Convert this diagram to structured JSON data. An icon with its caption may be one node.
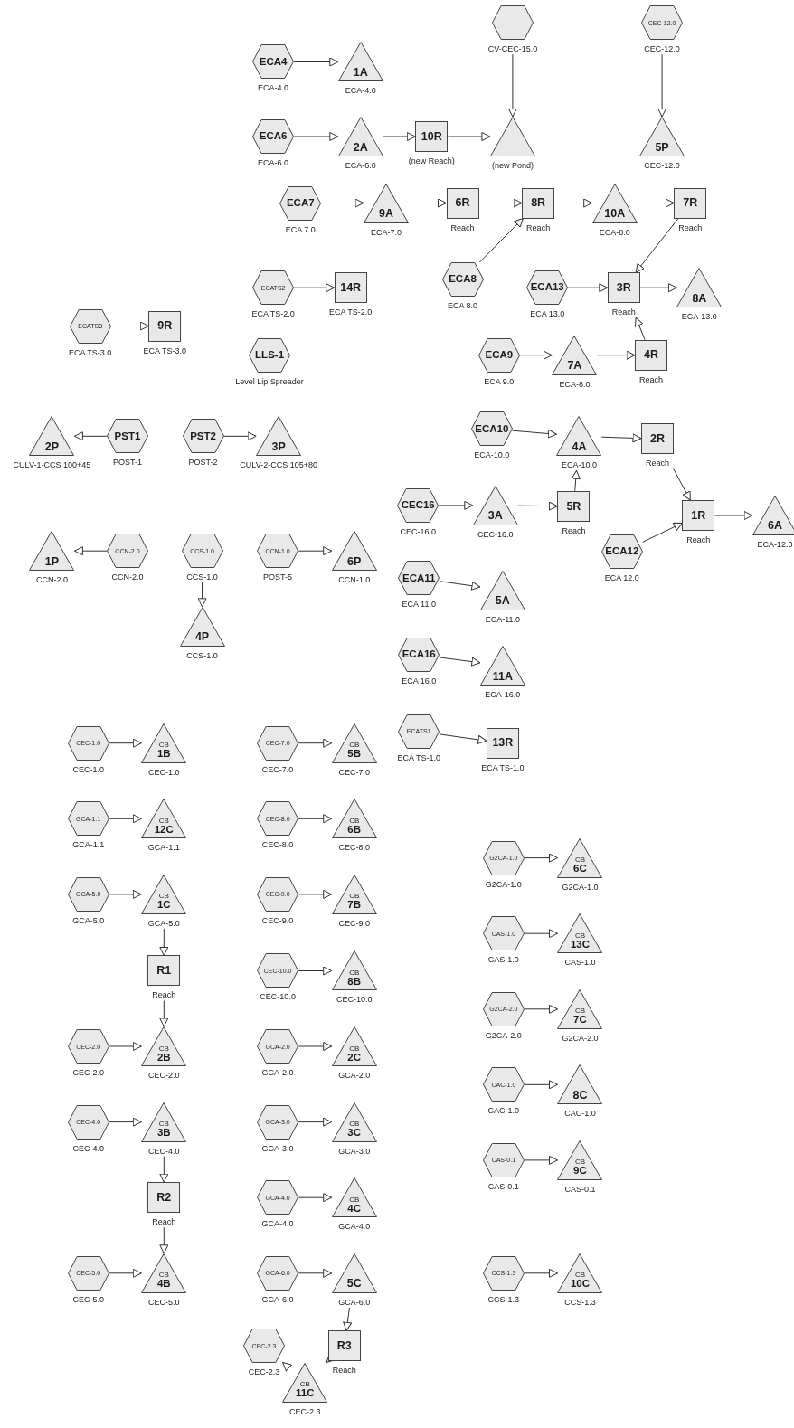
{
  "diagram": {
    "nodes": [
      {
        "text": [
          "ECA4"
        ],
        "beside": [
          "ECA-4.0"
        ]
      },
      {
        "text": [
          "1A"
        ],
        "beside": [
          "ECA-4.0"
        ]
      },
      {
        "text": [
          "ECA6"
        ],
        "beside": [
          "ECA-6.0"
        ]
      },
      {
        "text": [
          "2A"
        ],
        "beside": [
          "ECA-6.0"
        ]
      },
      {
        "text": [
          "10R"
        ],
        "beside": [
          "(new Reach)"
        ]
      },
      {
        "text": [],
        "shape": "hexagon",
        "beside": [
          "CV-CEC-15.0"
        ]
      },
      {
        "text": [],
        "shape": "triangle",
        "beside": [
          "(new Pond)"
        ]
      },
      {
        "text": [
          "CEC-12.0"
        ],
        "beside": [
          "CEC-12.0"
        ]
      },
      {
        "text": [
          "5P"
        ],
        "beside": [
          "CEC-12.0"
        ]
      },
      {
        "text": [
          "ECA7"
        ],
        "beside": [
          "ECA 7.0"
        ]
      },
      {
        "text": [
          "9A"
        ],
        "beside": [
          "ECA-7.0"
        ]
      },
      {
        "text": [
          "6R"
        ],
        "beside": [
          "Reach"
        ]
      },
      {
        "text": [
          "8R"
        ],
        "beside": [
          "Reach"
        ]
      },
      {
        "text": [
          "10A"
        ],
        "beside": [
          "ECA-8.0"
        ]
      },
      {
        "text": [
          "7R"
        ],
        "beside": [
          "Reach"
        ]
      },
      {
        "text": [
          "ECA8"
        ],
        "beside": [
          "ECA 8.0"
        ]
      },
      {
        "text": [
          "ECATS2"
        ],
        "beside": [
          "ECA TS-2.0"
        ]
      },
      {
        "text": [
          "14R"
        ],
        "beside": [
          "ECA TS-2.0"
        ]
      },
      {
        "text": [
          "ECA13"
        ],
        "beside": [
          "ECA 13.0"
        ]
      },
      {
        "text": [
          "3R"
        ],
        "beside": [
          "Reach"
        ]
      },
      {
        "text": [
          "8A"
        ],
        "beside": [
          "ECA-13.0"
        ]
      },
      {
        "text": [
          "ECATS3"
        ],
        "beside": [
          "ECA TS-3.0"
        ]
      },
      {
        "text": [
          "9R"
        ],
        "beside": [
          "ECA TS-3.0"
        ]
      },
      {
        "text": [
          "LLS-1"
        ],
        "beside": [
          "Level Lip Spreader"
        ]
      },
      {
        "text": [
          "ECA9"
        ],
        "beside": [
          "ECA 9.0"
        ]
      },
      {
        "text": [
          "7A"
        ],
        "beside": [
          "ECA-8.0"
        ]
      },
      {
        "text": [
          "4R"
        ],
        "beside": [
          "Reach"
        ]
      },
      {
        "text": [
          "2P"
        ],
        "beside": [
          "CULV-1-CCS 100+45"
        ]
      },
      {
        "text": [
          "PST1"
        ],
        "beside": [
          "POST-1"
        ]
      },
      {
        "text": [
          "PST2"
        ],
        "beside": [
          "POST-2"
        ]
      },
      {
        "text": [
          "3P"
        ],
        "beside": [
          "CULV-2-CCS 105+80"
        ]
      },
      {
        "text": [
          "ECA10"
        ],
        "beside": [
          "ECA-10.0"
        ]
      },
      {
        "text": [
          "4A"
        ],
        "beside": [
          "ECA-10.0"
        ]
      },
      {
        "text": [
          "2R"
        ],
        "beside": [
          "Reach"
        ]
      },
      {
        "text": [
          "CEC16"
        ],
        "beside": [
          "CEC-16.0"
        ]
      },
      {
        "text": [
          "3A"
        ],
        "beside": [
          "CEC-16.0"
        ]
      },
      {
        "text": [
          "5R"
        ],
        "beside": [
          "Reach"
        ]
      },
      {
        "text": [
          "1R"
        ],
        "beside": [
          "Reach"
        ]
      },
      {
        "text": [
          "6A"
        ],
        "beside": [
          "ECA-12.0"
        ]
      },
      {
        "text": [
          "ECA12"
        ],
        "beside": [
          "ECA 12.0"
        ]
      },
      {
        "text": [
          "1P"
        ],
        "beside": [
          "CCN-2.0"
        ]
      },
      {
        "text": [
          "CCN-2.0"
        ],
        "beside": [
          "CCN-2.0"
        ]
      },
      {
        "text": [
          "CCS-1.0"
        ],
        "beside": [
          "CCS-1.0"
        ]
      },
      {
        "text": [
          "CCN-1.0"
        ],
        "beside": [
          "POST-5"
        ]
      },
      {
        "text": [
          "6P"
        ],
        "beside": [
          "CCN-1.0"
        ]
      },
      {
        "text": [
          "4P"
        ],
        "beside": [
          "CCS-1.0"
        ]
      },
      {
        "text": [
          "ECA11"
        ],
        "beside": [
          "ECA 11.0"
        ]
      },
      {
        "text": [
          "5A"
        ],
        "beside": [
          "ECA-11.0"
        ]
      },
      {
        "text": [
          "ECA16"
        ],
        "beside": [
          "ECA 16.0"
        ]
      },
      {
        "text": [
          "11A"
        ],
        "beside": [
          "ECA-16.0"
        ]
      },
      {
        "text": [
          "ECATS1"
        ],
        "beside": [
          "ECA TS-1.0"
        ]
      },
      {
        "text": [
          "13R"
        ],
        "beside": [
          "ECA TS-1.0"
        ]
      },
      {
        "text": [
          "CEC-1.0"
        ],
        "beside": [
          "CEC-1.0"
        ]
      },
      {
        "text": [
          "CB",
          "1B"
        ],
        "beside": [
          "CEC-1.0"
        ]
      },
      {
        "text": [
          "CEC-7.0"
        ],
        "beside": [
          "CEC-7.0"
        ]
      },
      {
        "text": [
          "CB",
          "5B"
        ],
        "beside": [
          "CEC-7.0"
        ]
      },
      {
        "text": [
          "GCA-1.1"
        ],
        "beside": [
          "GCA-1.1"
        ]
      },
      {
        "text": [
          "CB",
          "12C"
        ],
        "beside": [
          "GCA-1.1"
        ]
      },
      {
        "text": [
          "CEC-8.0"
        ],
        "beside": [
          "CEC-8.0"
        ]
      },
      {
        "text": [
          "CB",
          "6B"
        ],
        "beside": [
          "CEC-8.0"
        ]
      },
      {
        "text": [
          "G2CA-1.0"
        ],
        "beside": [
          "G2CA-1.0"
        ]
      },
      {
        "text": [
          "CB",
          "6C"
        ],
        "beside": [
          "G2CA-1.0"
        ]
      },
      {
        "text": [
          "GCA-5.0"
        ],
        "beside": [
          "GCA-5.0"
        ]
      },
      {
        "text": [
          "CB",
          "1C"
        ],
        "beside": [
          "GCA-5.0"
        ]
      },
      {
        "text": [
          "CEC-9.0"
        ],
        "beside": [
          "CEC-9.0"
        ]
      },
      {
        "text": [
          "CB",
          "7B"
        ],
        "beside": [
          "CEC-9.0"
        ]
      },
      {
        "text": [
          "CAS-1.0"
        ],
        "beside": [
          "CAS-1.0"
        ]
      },
      {
        "text": [
          "CB",
          "13C"
        ],
        "beside": [
          "CAS-1.0"
        ]
      },
      {
        "text": [
          "R1"
        ],
        "beside": [
          "Reach"
        ]
      },
      {
        "text": [
          "CEC-10.0"
        ],
        "beside": [
          "CEC-10.0"
        ]
      },
      {
        "text": [
          "CB",
          "8B"
        ],
        "beside": [
          "CEC-10.0"
        ]
      },
      {
        "text": [
          "G2CA-2.0"
        ],
        "beside": [
          "G2CA-2.0"
        ]
      },
      {
        "text": [
          "CB",
          "7C"
        ],
        "beside": [
          "G2CA-2.0"
        ]
      },
      {
        "text": [
          "CEC-2.0"
        ],
        "beside": [
          "CEC-2.0"
        ]
      },
      {
        "text": [
          "CB",
          "2B"
        ],
        "beside": [
          "CEC-2.0"
        ]
      },
      {
        "text": [
          "GCA-2.0"
        ],
        "beside": [
          "GCA-2.0"
        ]
      },
      {
        "text": [
          "CB",
          "2C"
        ],
        "beside": [
          "GCA-2.0"
        ]
      },
      {
        "text": [
          "CAC-1.0"
        ],
        "beside": [
          "CAC-1.0"
        ]
      },
      {
        "text": [
          "8C"
        ],
        "beside": [
          "CAC-1.0"
        ]
      },
      {
        "text": [
          "CEC-4.0"
        ],
        "beside": [
          "CEC-4.0"
        ]
      },
      {
        "text": [
          "CB",
          "3B"
        ],
        "beside": [
          "CEC-4.0"
        ]
      },
      {
        "text": [
          "GCA-3.0"
        ],
        "beside": [
          "GCA-3.0"
        ]
      },
      {
        "text": [
          "CB",
          "3C"
        ],
        "beside": [
          "GCA-3.0"
        ]
      },
      {
        "text": [
          "CAS-0.1"
        ],
        "beside": [
          "CAS-0.1"
        ]
      },
      {
        "text": [
          "CB",
          "9C"
        ],
        "beside": [
          "CAS-0.1"
        ]
      },
      {
        "text": [
          "R2"
        ],
        "beside": [
          "Reach"
        ]
      },
      {
        "text": [
          "GCA-4.0"
        ],
        "beside": [
          "GCA-4.0"
        ]
      },
      {
        "text": [
          "CB",
          "4C"
        ],
        "beside": [
          "GCA-4.0"
        ]
      },
      {
        "text": [
          "CEC-5.0"
        ],
        "beside": [
          "CEC-5.0"
        ]
      },
      {
        "text": [
          "CB",
          "4B"
        ],
        "beside": [
          "CEC-5.0"
        ]
      },
      {
        "text": [
          "GCA-6.0"
        ],
        "beside": [
          "GCA-6.0"
        ]
      },
      {
        "text": [
          "5C"
        ],
        "beside": [
          "GCA-6.0"
        ]
      },
      {
        "text": [
          "CCS-1.3"
        ],
        "beside": [
          "CCS-1.3"
        ]
      },
      {
        "text": [
          "CB",
          "10C"
        ],
        "beside": [
          "CCS-1.3"
        ]
      },
      {
        "text": [
          "CEC-2.3"
        ],
        "beside": [
          "CEC-2.3"
        ]
      },
      {
        "text": [
          "R3"
        ],
        "beside": [
          "Reach"
        ]
      },
      {
        "text": [
          "CB",
          "11C"
        ],
        "beside": [
          "CEC-2.3"
        ]
      }
    ],
    "edges": [
      {
        "from": 0,
        "to": 1,
        "arrow": "to"
      },
      {
        "from": 2,
        "to": 3,
        "arrow": "to"
      },
      {
        "from": 3,
        "to": 4,
        "arrow": "to"
      },
      {
        "from": 4,
        "to": 6,
        "arrow": "to"
      },
      {
        "from": 5,
        "to": 6,
        "arrow": "to"
      },
      {
        "from": 7,
        "to": 8,
        "arrow": "to"
      },
      {
        "from": 9,
        "to": 10,
        "arrow": "to"
      },
      {
        "from": 10,
        "to": 11,
        "arrow": "to"
      },
      {
        "from": 11,
        "to": 12,
        "arrow": "to"
      },
      {
        "from": 12,
        "to": 13,
        "arrow": "to"
      },
      {
        "from": 13,
        "to": 14,
        "arrow": "to"
      },
      {
        "from": 15,
        "to": 12,
        "arrow": "to"
      },
      {
        "from": 14,
        "to": 19,
        "arrow": "to"
      },
      {
        "from": 16,
        "to": 17,
        "arrow": "to"
      },
      {
        "from": 18,
        "to": 19,
        "arrow": "to"
      },
      {
        "from": 19,
        "to": 20,
        "arrow": "to"
      },
      {
        "from": 21,
        "to": 22,
        "arrow": "to"
      },
      {
        "from": 24,
        "to": 25,
        "arrow": "to"
      },
      {
        "from": 25,
        "to": 26,
        "arrow": "to"
      },
      {
        "from": 26,
        "to": 19,
        "arrow": "to"
      },
      {
        "from": 28,
        "to": 27,
        "arrow": "to"
      },
      {
        "from": 29,
        "to": 30,
        "arrow": "to"
      },
      {
        "from": 31,
        "to": 32,
        "arrow": "to"
      },
      {
        "from": 32,
        "to": 33,
        "arrow": "to"
      },
      {
        "from": 36,
        "to": 32,
        "arrow": "to"
      },
      {
        "from": 34,
        "to": 35,
        "arrow": "to"
      },
      {
        "from": 35,
        "to": 36,
        "arrow": "to"
      },
      {
        "from": 33,
        "to": 37,
        "arrow": "to"
      },
      {
        "from": 39,
        "to": 37,
        "arrow": "to"
      },
      {
        "from": 37,
        "to": 38,
        "arrow": "to"
      },
      {
        "from": 41,
        "to": 40,
        "arrow": "to"
      },
      {
        "from": 42,
        "to": 45,
        "arrow": "to"
      },
      {
        "from": 43,
        "to": 44,
        "arrow": "to"
      },
      {
        "from": 46,
        "to": 47,
        "arrow": "to"
      },
      {
        "from": 48,
        "to": 49,
        "arrow": "to"
      },
      {
        "from": 50,
        "to": 51,
        "arrow": "to"
      },
      {
        "from": 52,
        "to": 53,
        "arrow": "to"
      },
      {
        "from": 54,
        "to": 55,
        "arrow": "to"
      },
      {
        "from": 56,
        "to": 57,
        "arrow": "to"
      },
      {
        "from": 58,
        "to": 59,
        "arrow": "to"
      },
      {
        "from": 60,
        "to": 61,
        "arrow": "to"
      },
      {
        "from": 62,
        "to": 63,
        "arrow": "to"
      },
      {
        "from": 63,
        "to": 68,
        "arrow": "to"
      },
      {
        "from": 68,
        "to": 74,
        "arrow": "to"
      },
      {
        "from": 64,
        "to": 65,
        "arrow": "to"
      },
      {
        "from": 66,
        "to": 67,
        "arrow": "to"
      },
      {
        "from": 69,
        "to": 70,
        "arrow": "to"
      },
      {
        "from": 71,
        "to": 72,
        "arrow": "to"
      },
      {
        "from": 73,
        "to": 74,
        "arrow": "to"
      },
      {
        "from": 75,
        "to": 76,
        "arrow": "to"
      },
      {
        "from": 77,
        "to": 78,
        "arrow": "to"
      },
      {
        "from": 79,
        "to": 80,
        "arrow": "to"
      },
      {
        "from": 80,
        "to": 85,
        "arrow": "to"
      },
      {
        "from": 85,
        "to": 89,
        "arrow": "to"
      },
      {
        "from": 81,
        "to": 82,
        "arrow": "to"
      },
      {
        "from": 83,
        "to": 84,
        "arrow": "to"
      },
      {
        "from": 86,
        "to": 87,
        "arrow": "to"
      },
      {
        "from": 88,
        "to": 89,
        "arrow": "to"
      },
      {
        "from": 90,
        "to": 91,
        "arrow": "to"
      },
      {
        "from": 91,
        "to": 95,
        "arrow": "to"
      },
      {
        "from": 92,
        "to": 93,
        "arrow": "to"
      },
      {
        "from": 94,
        "to": 96,
        "arrow": "to"
      },
      {
        "from": 95,
        "to": 96,
        "arrow": "to"
      }
    ]
  }
}
